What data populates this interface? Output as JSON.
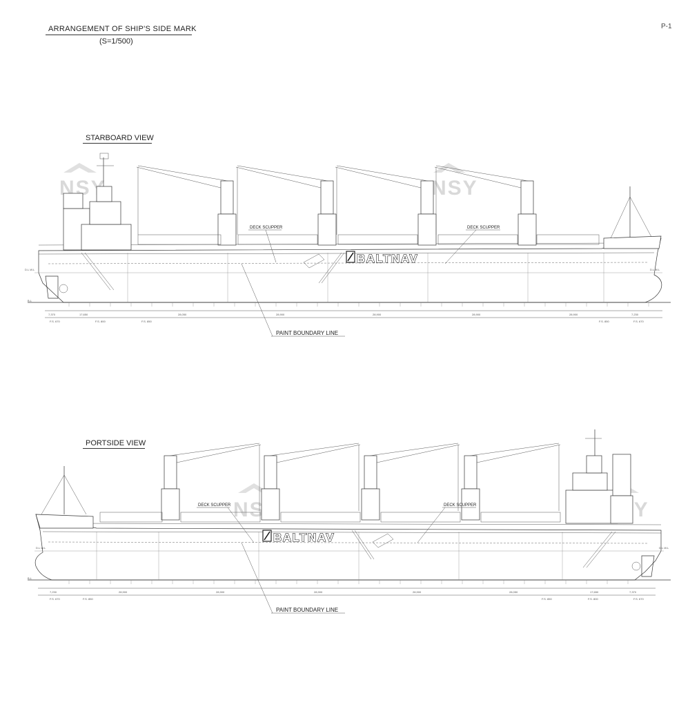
{
  "header": {
    "title": "ARRANGEMENT OF SHIP'S SIDE MARK",
    "scale": "(S=1/500)",
    "page": "P-1"
  },
  "brand_mark": "BALTNAV",
  "watermark": "NSY",
  "starboard_view": {
    "title": "STARBOARD VIEW",
    "callouts": {
      "deck_scupper_1": "DECK SCUPPER",
      "deck_scupper_2": "DECK SCUPPER",
      "paint_boundary": "PAINT BOUNDARY LINE"
    },
    "draft_label": "D.L.W.L",
    "baseline_label": "B.L",
    "dimensions_top": [
      "7,370",
      "17,650",
      "28,050",
      "28,900",
      "28,900",
      "28,900",
      "28,900",
      "7,230"
    ],
    "dimensions_bottom": [
      "F.S. 670",
      "F.S. 800",
      "F.S. 850",
      "F.S. 850",
      "F.S. 670"
    ]
  },
  "portside_view": {
    "title": "PORTSIDE VIEW",
    "callouts": {
      "deck_scupper_1": "DECK SCUPPER",
      "deck_scupper_2": "DECK SCUPPER",
      "paint_boundary": "PAINT BOUNDARY LINE"
    },
    "draft_label": "D.L.W.L",
    "baseline_label": "B.L",
    "dimensions_top": [
      "7,230",
      "28,900",
      "28,900",
      "28,900",
      "28,900",
      "28,050",
      "17,650",
      "7,370"
    ],
    "dimensions_bottom": [
      "F.S. 670",
      "F.S. 850",
      "F.S. 850",
      "F.S. 800",
      "F.S. 670"
    ]
  }
}
